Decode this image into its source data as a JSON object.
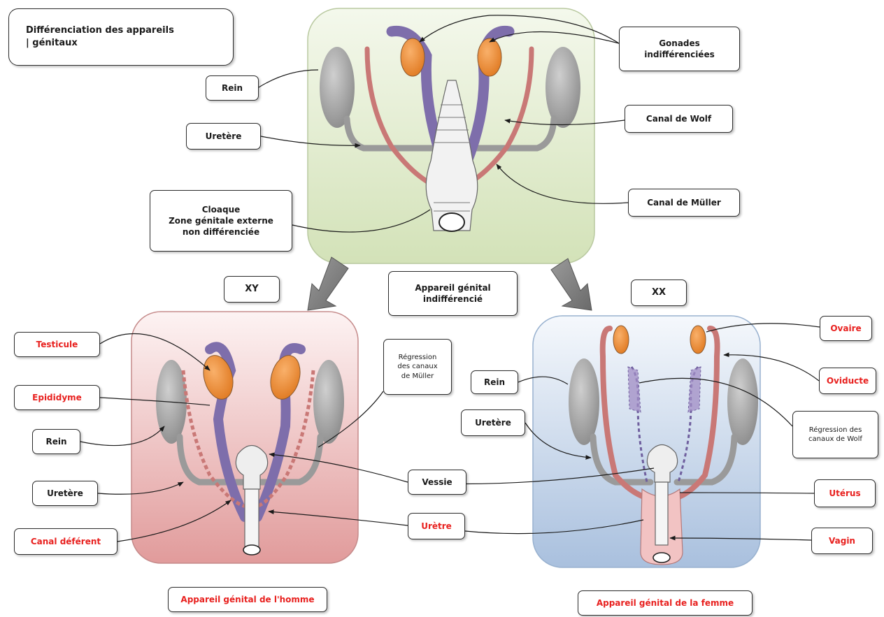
{
  "title": "Différenciation des appareils\n|            génitaux",
  "colors": {
    "gonad": "#f2923a",
    "wolff_duct": "#7e6eab",
    "muller_duct": "#c97876",
    "kidney": "#a9a9a9",
    "panel_green": "#dfeacb",
    "panel_red": "#e8a8a8",
    "panel_blue": "#b5c9e2",
    "red_label": "#e8211f"
  },
  "top": {
    "labels": {
      "gonades": "Gonades\nindifférenciées",
      "rein": "Rein",
      "uretere": "Uretère",
      "canal_wolf": "Canal de Wolf",
      "canal_muller": "Canal de Müller",
      "cloaque": "Cloaque\nZone génitale externe\nnon différenciée"
    }
  },
  "middle": {
    "xy": "XY",
    "xx": "XX",
    "indiff": "Appareil génital\nindifférencié"
  },
  "male": {
    "labels": {
      "testicule": "Testicule",
      "epididyme": "Epididyme",
      "rein": "Rein",
      "uretere": "Uretère",
      "canal_deferent": "Canal déférent",
      "regression_muller": "Régression\ndes canaux\nde Müller",
      "caption": "Appareil génital de l'homme"
    }
  },
  "shared": {
    "vessie": "Vessie",
    "uretre": "Urètre"
  },
  "female": {
    "labels": {
      "ovaire": "Ovaire",
      "oviducte": "Oviducte",
      "rein": "Rein",
      "uretere": "Uretère",
      "regression_wolf": "Régression des\ncanaux de Wolf",
      "uterus": "Utérus",
      "vagin": "Vagin",
      "caption": "Appareil génital de la femme"
    }
  }
}
